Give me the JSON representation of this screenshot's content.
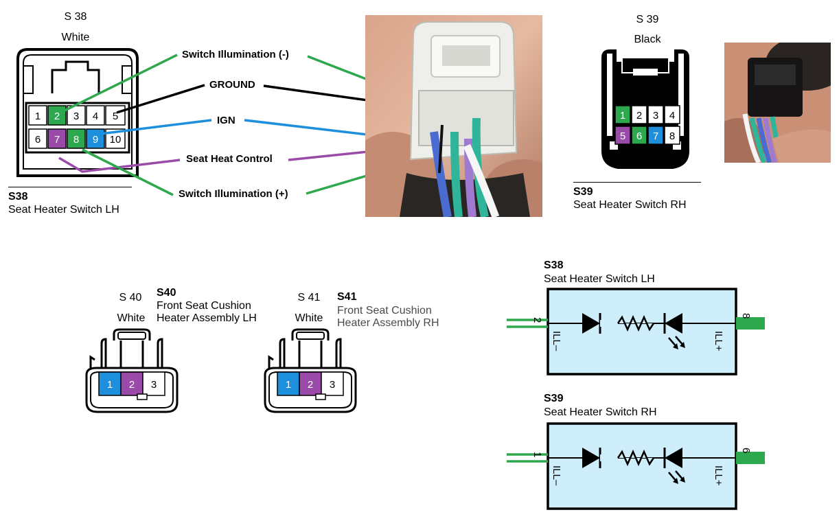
{
  "colors": {
    "green": "#2ea84f",
    "purple": "#9a4aa8",
    "blue": "#1e8fdc",
    "black": "#000000",
    "schematic_fill": "#cdeefa"
  },
  "s38": {
    "code": "S 38",
    "color": "White",
    "ref": "S38",
    "name": "Seat Heater Switch LH",
    "pins": [
      "1",
      "2",
      "3",
      "4",
      "5",
      "6",
      "7",
      "8",
      "9",
      "10"
    ]
  },
  "s39": {
    "code": "S 39",
    "color": "Black",
    "ref": "S39",
    "name": "Seat Heater Switch RH",
    "pins": [
      "1",
      "2",
      "3",
      "4",
      "5",
      "6",
      "7",
      "8"
    ]
  },
  "s40": {
    "code": "S 40",
    "color": "White",
    "ref": "S40",
    "name_line1": "Front Seat Cushion",
    "name_line2": "Heater Assembly LH",
    "pins": [
      "1",
      "2",
      "3"
    ]
  },
  "s41": {
    "code": "S 41",
    "color": "White",
    "ref": "S41",
    "name_line1": "Front Seat Cushion",
    "name_line2": "Heater Assembly RH",
    "pins": [
      "1",
      "2",
      "3"
    ]
  },
  "wires": {
    "switch_ill_neg": "Switch Illumination (-)",
    "ground": "GROUND",
    "ign": "IGN",
    "seat_heat_control": "Seat Heat Control",
    "switch_ill_pos": "Switch Illumination (+)"
  },
  "schematic_s38": {
    "ref": "S38",
    "name": "Seat Heater Switch LH",
    "left_pin": "2",
    "right_pin": "8",
    "left_label": "ILL–",
    "right_label": "ILL+"
  },
  "schematic_s39": {
    "ref": "S39",
    "name": "Seat Heater Switch RH",
    "left_pin": "1",
    "right_pin": "6",
    "left_label": "ILL–",
    "right_label": "ILL+"
  }
}
